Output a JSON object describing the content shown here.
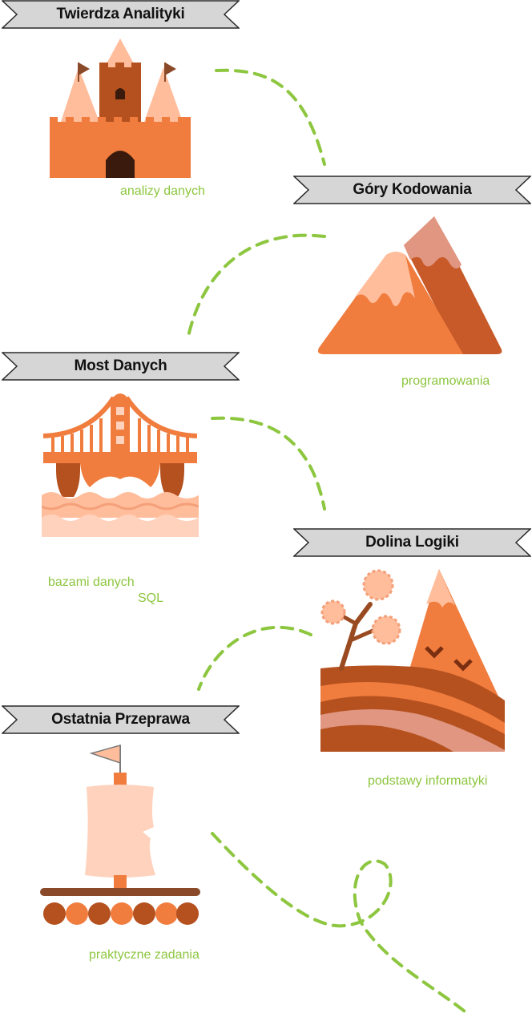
{
  "colors": {
    "banner_fill": "#d6d6d6",
    "banner_stroke": "#2a2a2a",
    "path_green": "#8dc63f",
    "caption_green": "#8dc63f",
    "orange": "#f07c3e",
    "dark_brown": "#b5511f",
    "peach": "#ffbd9b",
    "light_peach": "#ffd2bd",
    "brown": "#8a4a2a"
  },
  "stations": [
    {
      "title": "Twierdza Analityki",
      "caption": "analizy danych",
      "icon": "castle-icon"
    },
    {
      "title": "Góry Kodowania",
      "caption": "programowania",
      "icon": "mountain-icon"
    },
    {
      "title": "Most Danych",
      "caption_lines": [
        "bazami danych",
        "SQL"
      ],
      "icon": "bridge-icon"
    },
    {
      "title": "Dolina Logiki",
      "caption": "podstawy informatyki",
      "icon": "valley-icon"
    },
    {
      "title": "Ostatnia Przeprawa",
      "caption": "praktyczne zadania",
      "icon": "raft-icon"
    }
  ]
}
